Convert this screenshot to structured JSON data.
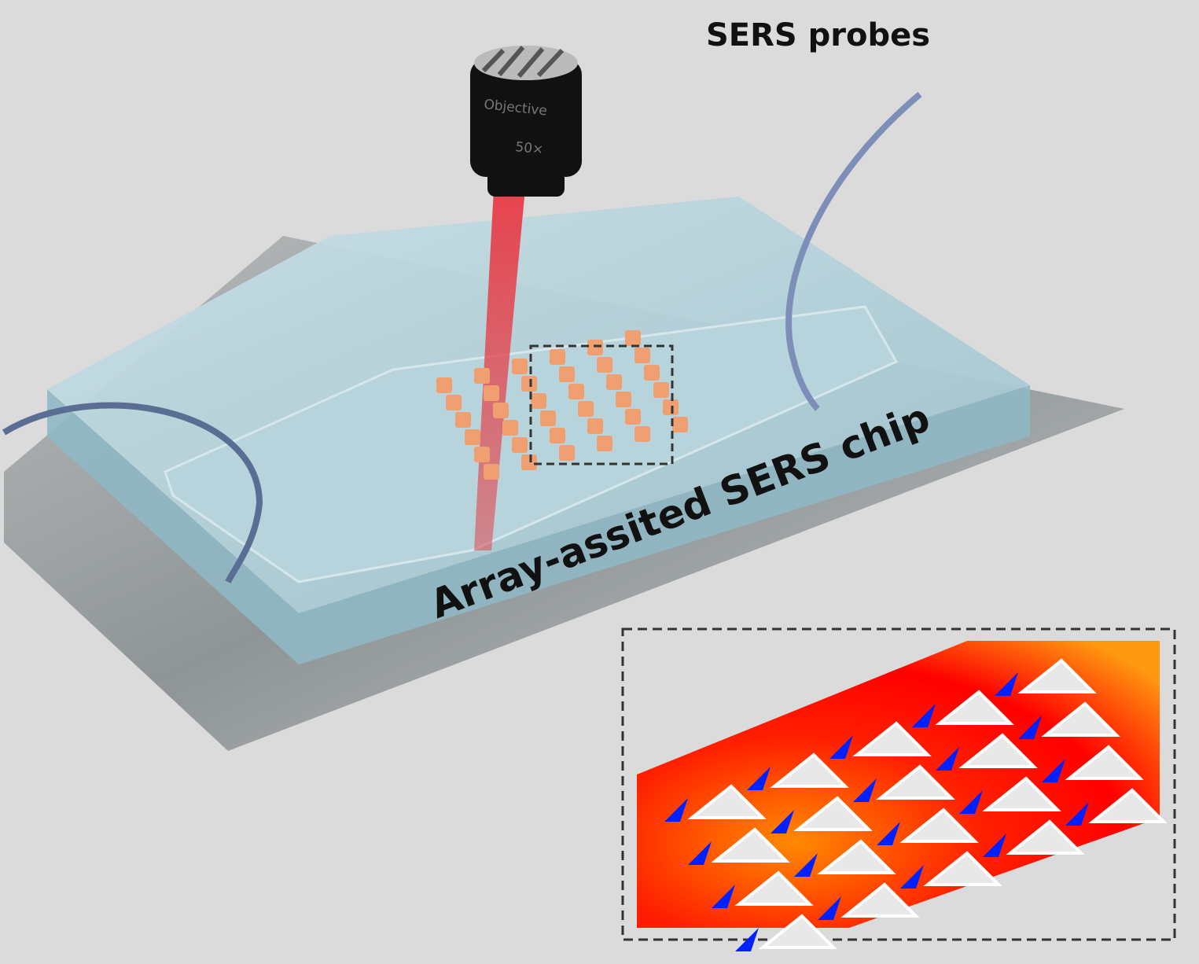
{
  "labels": {
    "probes": "SERS probes",
    "chip": "Array-assited SERS chip",
    "objective_line1": "Objective",
    "objective_line2": "50×"
  },
  "colors": {
    "background": "#dcdbdb",
    "laser": "#e0474f",
    "pillar": "#f0a070",
    "glass": "#a9ccd6",
    "field_high": "#ff0000",
    "field_low": "#0020ff"
  }
}
